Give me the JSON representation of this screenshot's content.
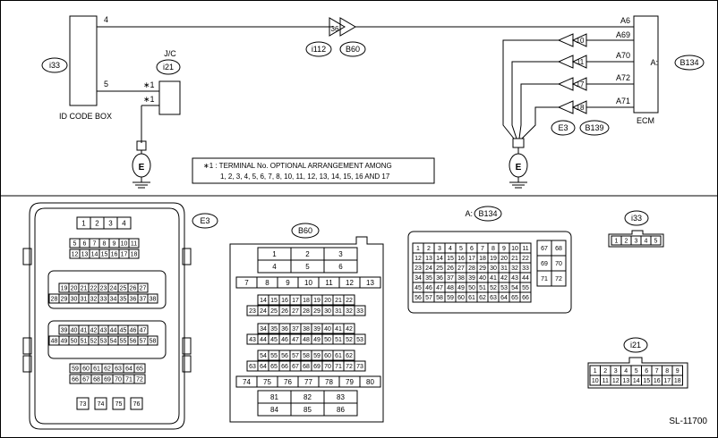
{
  "diagram_id": "SL-11700",
  "schematic": {
    "id_code_box": {
      "label": "ID CODE BOX",
      "connector": "i33",
      "pin_top": "4",
      "pin_bottom": "5"
    },
    "junction": {
      "label": "J/C",
      "connector": "i21",
      "star_a": "∗1",
      "star_b": "∗1"
    },
    "inline_connector": {
      "pin": "36",
      "left": "i112",
      "right": "B60"
    },
    "ecm": {
      "label": "ECM",
      "connector_prefix": "A:",
      "connector": "B134",
      "terminals": [
        "A6",
        "A69",
        "A70",
        "A72",
        "A71"
      ],
      "ground_pins": [
        "10",
        "11",
        "17",
        "18"
      ],
      "ground_connectors": [
        "E3",
        "B139"
      ]
    },
    "ground_symbol": "E",
    "note_line1": "∗1 : TERMINAL No. OPTIONAL ARRANGEMENT AMONG",
    "note_line2": "1, 2, 3, 4, 5, 6, 7, 8, 10, 11, 12, 13, 14, 15, 16 AND 17"
  },
  "connectors": {
    "e3": {
      "name": "E3",
      "row1": [
        "1",
        "2",
        "3",
        "4"
      ],
      "row2": [
        "5",
        "6",
        "7",
        "8",
        "9",
        "10",
        "11"
      ],
      "row3": [
        "12",
        "13",
        "14",
        "15",
        "16",
        "17",
        "18"
      ],
      "row4": [
        "19",
        "20",
        "21",
        "22",
        "23",
        "24",
        "25",
        "26",
        "27"
      ],
      "row5": [
        "28",
        "29",
        "30",
        "31",
        "32",
        "33",
        "34",
        "35",
        "36",
        "37",
        "38"
      ],
      "row6": [
        "39",
        "40",
        "41",
        "42",
        "43",
        "44",
        "45",
        "46",
        "47"
      ],
      "row7": [
        "48",
        "49",
        "50",
        "51",
        "52",
        "53",
        "54",
        "55",
        "56",
        "57",
        "58"
      ],
      "row8": [
        "59",
        "60",
        "61",
        "62",
        "63",
        "64",
        "65"
      ],
      "row9": [
        "66",
        "67",
        "68",
        "69",
        "70",
        "71",
        "72"
      ],
      "row10": [
        "73",
        "74",
        "75",
        "76"
      ]
    },
    "b60": {
      "name": "B60",
      "r1": [
        "1",
        "2",
        "3"
      ],
      "r2": [
        "4",
        "5",
        "6"
      ],
      "r3": [
        "7",
        "8",
        "9",
        "10",
        "11",
        "12",
        "13"
      ],
      "r4": [
        "14",
        "15",
        "16",
        "17",
        "18",
        "19",
        "20",
        "21",
        "22"
      ],
      "r5": [
        "23",
        "24",
        "25",
        "26",
        "27",
        "28",
        "29",
        "30",
        "31",
        "32",
        "33"
      ],
      "r6": [
        "34",
        "35",
        "36",
        "37",
        "38",
        "39",
        "40",
        "41",
        "42"
      ],
      "r7": [
        "43",
        "44",
        "45",
        "46",
        "47",
        "48",
        "49",
        "50",
        "51",
        "52",
        "53"
      ],
      "r8": [
        "54",
        "55",
        "56",
        "57",
        "58",
        "59",
        "60",
        "61",
        "62"
      ],
      "r9": [
        "63",
        "64",
        "65",
        "66",
        "67",
        "68",
        "69",
        "70",
        "71",
        "72",
        "73"
      ],
      "r10": [
        "74",
        "75",
        "76",
        "77",
        "78",
        "79",
        "80"
      ],
      "r11": [
        "81",
        "82",
        "83"
      ],
      "r12": [
        "84",
        "85",
        "86"
      ]
    },
    "b134": {
      "prefix": "A:",
      "name": "B134",
      "rows": [
        [
          "1",
          "2",
          "3",
          "4",
          "5",
          "6",
          "7",
          "8",
          "9",
          "10",
          "11"
        ],
        [
          "12",
          "13",
          "14",
          "15",
          "16",
          "17",
          "18",
          "19",
          "20",
          "21",
          "22"
        ],
        [
          "23",
          "24",
          "25",
          "26",
          "27",
          "28",
          "29",
          "30",
          "31",
          "32",
          "33"
        ],
        [
          "34",
          "35",
          "36",
          "37",
          "38",
          "39",
          "40",
          "41",
          "42",
          "43",
          "44"
        ],
        [
          "45",
          "46",
          "47",
          "48",
          "49",
          "50",
          "51",
          "52",
          "53",
          "54",
          "55"
        ],
        [
          "56",
          "57",
          "58",
          "59",
          "60",
          "61",
          "62",
          "63",
          "64",
          "65",
          "66"
        ]
      ],
      "side": [
        "67",
        "68",
        "69",
        "70",
        "71",
        "72"
      ]
    },
    "i33": {
      "name": "i33",
      "pins": [
        "1",
        "2",
        "3",
        "4",
        "5"
      ]
    },
    "i21": {
      "name": "i21",
      "row1": [
        "1",
        "2",
        "3",
        "4",
        "5",
        "6",
        "7",
        "8",
        "9"
      ],
      "row2": [
        "10",
        "11",
        "12",
        "13",
        "14",
        "15",
        "16",
        "17",
        "18"
      ]
    }
  }
}
